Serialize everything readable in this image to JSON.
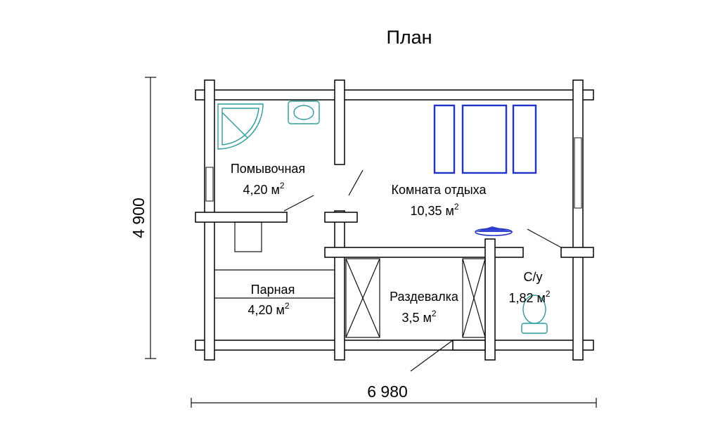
{
  "title": "План",
  "rooms": [
    {
      "name": "Помывочная",
      "area": "4,20 м",
      "sup": "2"
    },
    {
      "name": "Комната отдыха",
      "area": "10,35 м",
      "sup": "2"
    },
    {
      "name": "Парная",
      "area": "4,20 м",
      "sup": "2"
    },
    {
      "name": "Раздевалка",
      "area": "3,5 м",
      "sup": "2"
    },
    {
      "name": "С/у",
      "area": "1,82 м",
      "sup": "2"
    }
  ],
  "dimensions": {
    "width": "6 980",
    "height": "4 900"
  },
  "colors": {
    "furniture": "#2233cc",
    "fixtures": "#2a9d9d",
    "walls": "#111111"
  }
}
